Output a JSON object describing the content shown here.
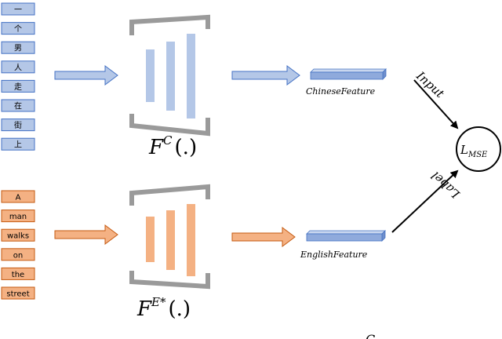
{
  "chinese_tokens": [
    "一",
    "个",
    "男",
    "人",
    "走",
    "在",
    "街",
    "上"
  ],
  "english_tokens": [
    "A",
    "man",
    "walks",
    "on",
    "the",
    "street"
  ],
  "encoder_chinese": {
    "base": "F",
    "sup": "C",
    "suffix": "(.)"
  },
  "encoder_english": {
    "base": "F",
    "sup": "E*",
    "suffix": "(.)"
  },
  "feature_chinese": "ChineseFeature",
  "feature_english": "EnglishFeature",
  "edge_input": "Input",
  "edge_label": "Label",
  "loss": {
    "base": "L",
    "sub": "MSE"
  },
  "footer_fragment": "C",
  "colors": {
    "chinese_fill": "#b4c7e7",
    "chinese_stroke": "#4472c4",
    "english_fill": "#f4b183",
    "english_stroke": "#c55a11",
    "encoder_frame": "#9a9a9a",
    "feature_bar_fill": "#8faadc",
    "arrow": "#000000"
  }
}
